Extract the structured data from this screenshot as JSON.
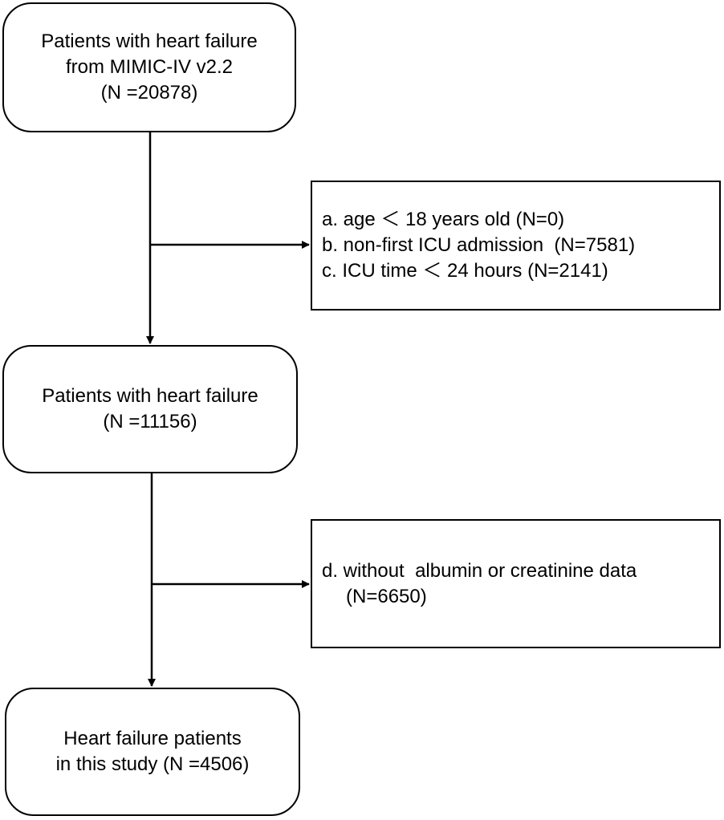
{
  "boxes": {
    "start": {
      "lines": [
        "Patients with heart failure",
        "from MIMIC-IV v2.2",
        "(N =20878)"
      ]
    },
    "middle": {
      "lines": [
        "Patients with heart failure",
        "(N =11156)"
      ]
    },
    "final": {
      "lines": [
        "Heart failure patients",
        "in this study (N =4506)"
      ]
    }
  },
  "exclusions": {
    "first": {
      "items": [
        "a. age ＜ 18 years old (N=0)",
        "b. non-first ICU admission  (N=7581)",
        "c. ICU time ＜ 24 hours (N=2141)"
      ]
    },
    "second": {
      "items": [
        "d. without  albumin or creatinine data",
        "(N=6650)"
      ]
    }
  }
}
